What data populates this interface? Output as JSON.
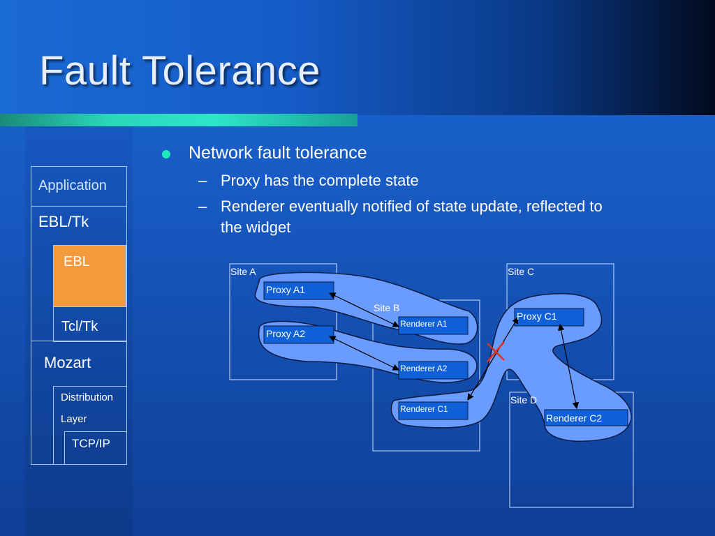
{
  "slide": {
    "title": "Fault Tolerance"
  },
  "stack": {
    "application": "Application",
    "ebl_tk": "EBL/Tk",
    "ebl": "EBL",
    "tcl_tk": "Tcl/Tk",
    "mozart": "Mozart",
    "distribution": "Distribution",
    "layer": "Layer",
    "tcp_ip": "TCP/IP"
  },
  "bullets": {
    "main": "Network fault tolerance",
    "dash1": "–",
    "dash2": "–",
    "sub1": "Proxy has the complete state",
    "sub2_line1": "Renderer eventually notified of state update, reflected to",
    "sub2_line2": "the widget"
  },
  "diagram": {
    "site_a": "Site A",
    "site_b": "Site B",
    "site_c": "Site C",
    "site_d": "Site D",
    "proxy_a1": "Proxy A1",
    "proxy_a2": "Proxy A2",
    "renderer_a1": "Renderer A1",
    "renderer_a2": "Renderer A2",
    "renderer_c1": "Renderer C1",
    "proxy_c1": "Proxy C1",
    "renderer_c2": "Renderer C2"
  },
  "colors": {
    "cloud_fill": "#6a9cff",
    "node_fill": "#1060d8",
    "failure_mark": "#e03020",
    "accent": "#2ee6c8",
    "ebl_fill": "#f59a3c"
  },
  "icons": {
    "bullet": "filled-circle",
    "failure": "red-x"
  }
}
